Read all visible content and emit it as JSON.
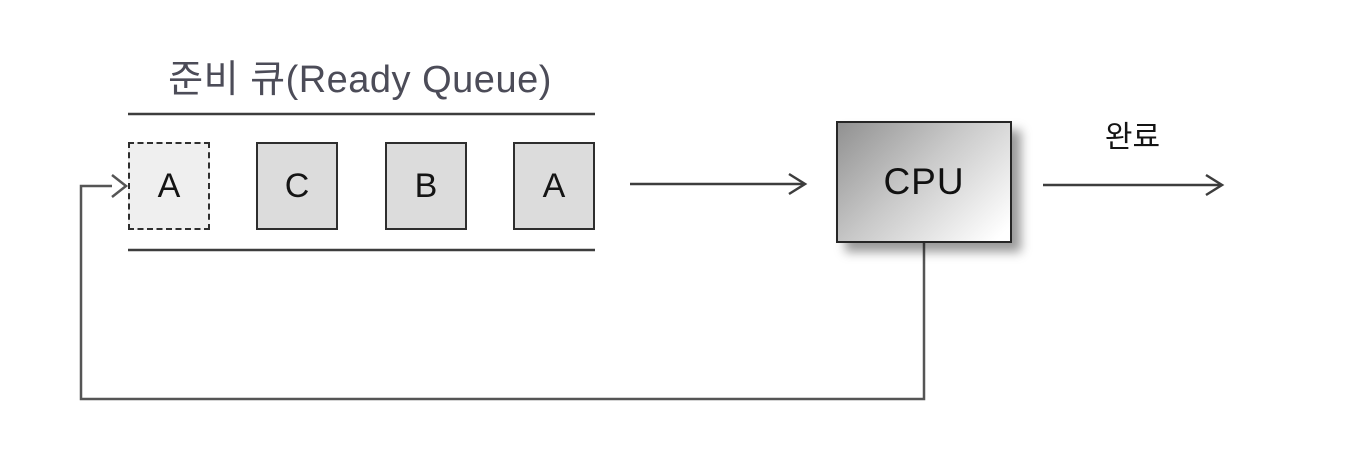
{
  "title": "준비 큐(Ready Queue)",
  "queue": {
    "items": [
      {
        "label": "A",
        "style": "dashed"
      },
      {
        "label": "C",
        "style": "solid"
      },
      {
        "label": "B",
        "style": "solid"
      },
      {
        "label": "A",
        "style": "solid"
      }
    ]
  },
  "cpu": {
    "label": "CPU"
  },
  "complete_label": "완료",
  "colors": {
    "background": "#ffffff",
    "title_text": "#4c4c58",
    "box_fill_solid": "#dcdcdc",
    "box_fill_dashed": "#efefef",
    "box_border": "#2e2e2e",
    "line_stroke": "#3d3d3d",
    "feedback_stroke": "#555555",
    "cpu_gradient_start": "#919191",
    "cpu_gradient_end": "#ffffff",
    "label_text": "#141414"
  }
}
